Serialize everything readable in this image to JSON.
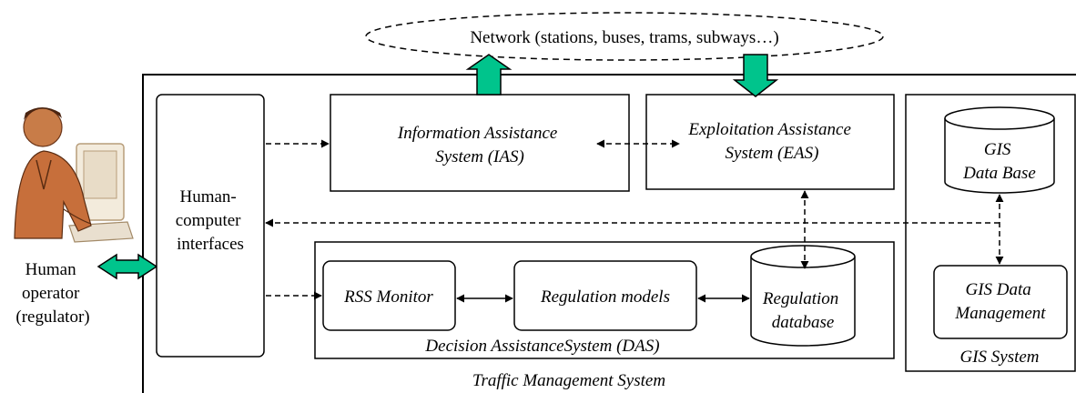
{
  "network": {
    "label": "Network (stations, buses, trams, subways…)"
  },
  "operator": {
    "lines": [
      "Human",
      "operator",
      "(regulator)"
    ]
  },
  "hci": {
    "lines": [
      "Human-",
      "computer",
      "interfaces"
    ]
  },
  "ias": {
    "lines": [
      "Information Assistance",
      "System (IAS)"
    ]
  },
  "eas": {
    "lines": [
      "Exploitation Assistance",
      "System (EAS)"
    ]
  },
  "das": {
    "caption": "Decision AssistanceSystem (DAS)",
    "rss_monitor": "RSS Monitor",
    "regulation_models": "Regulation models",
    "regulation_database": [
      "Regulation",
      "database"
    ]
  },
  "gis": {
    "caption": "GIS System",
    "database": [
      "GIS",
      "Data Base"
    ],
    "management": [
      "GIS Data",
      "Management"
    ]
  },
  "tms": {
    "caption": "Traffic Management System"
  },
  "colors": {
    "flow_arrow": "#00c48c",
    "stroke": "#000000"
  }
}
